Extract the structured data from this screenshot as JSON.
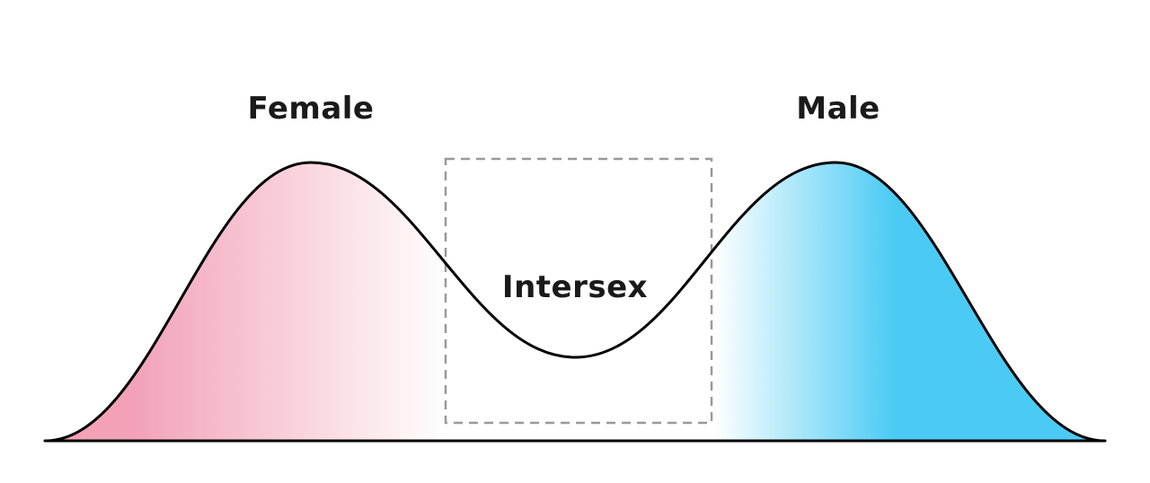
{
  "diagram": {
    "labels": {
      "female": "Female",
      "male": "Male",
      "intersex": "Intersex"
    },
    "colors": {
      "female_pink": "#F2A1B7",
      "male_blue": "#4BCBF4",
      "white_middle": "#FFFFFF",
      "curve_stroke": "#000000",
      "dashed_box": "#999999",
      "text": "#1A1A1A"
    }
  }
}
